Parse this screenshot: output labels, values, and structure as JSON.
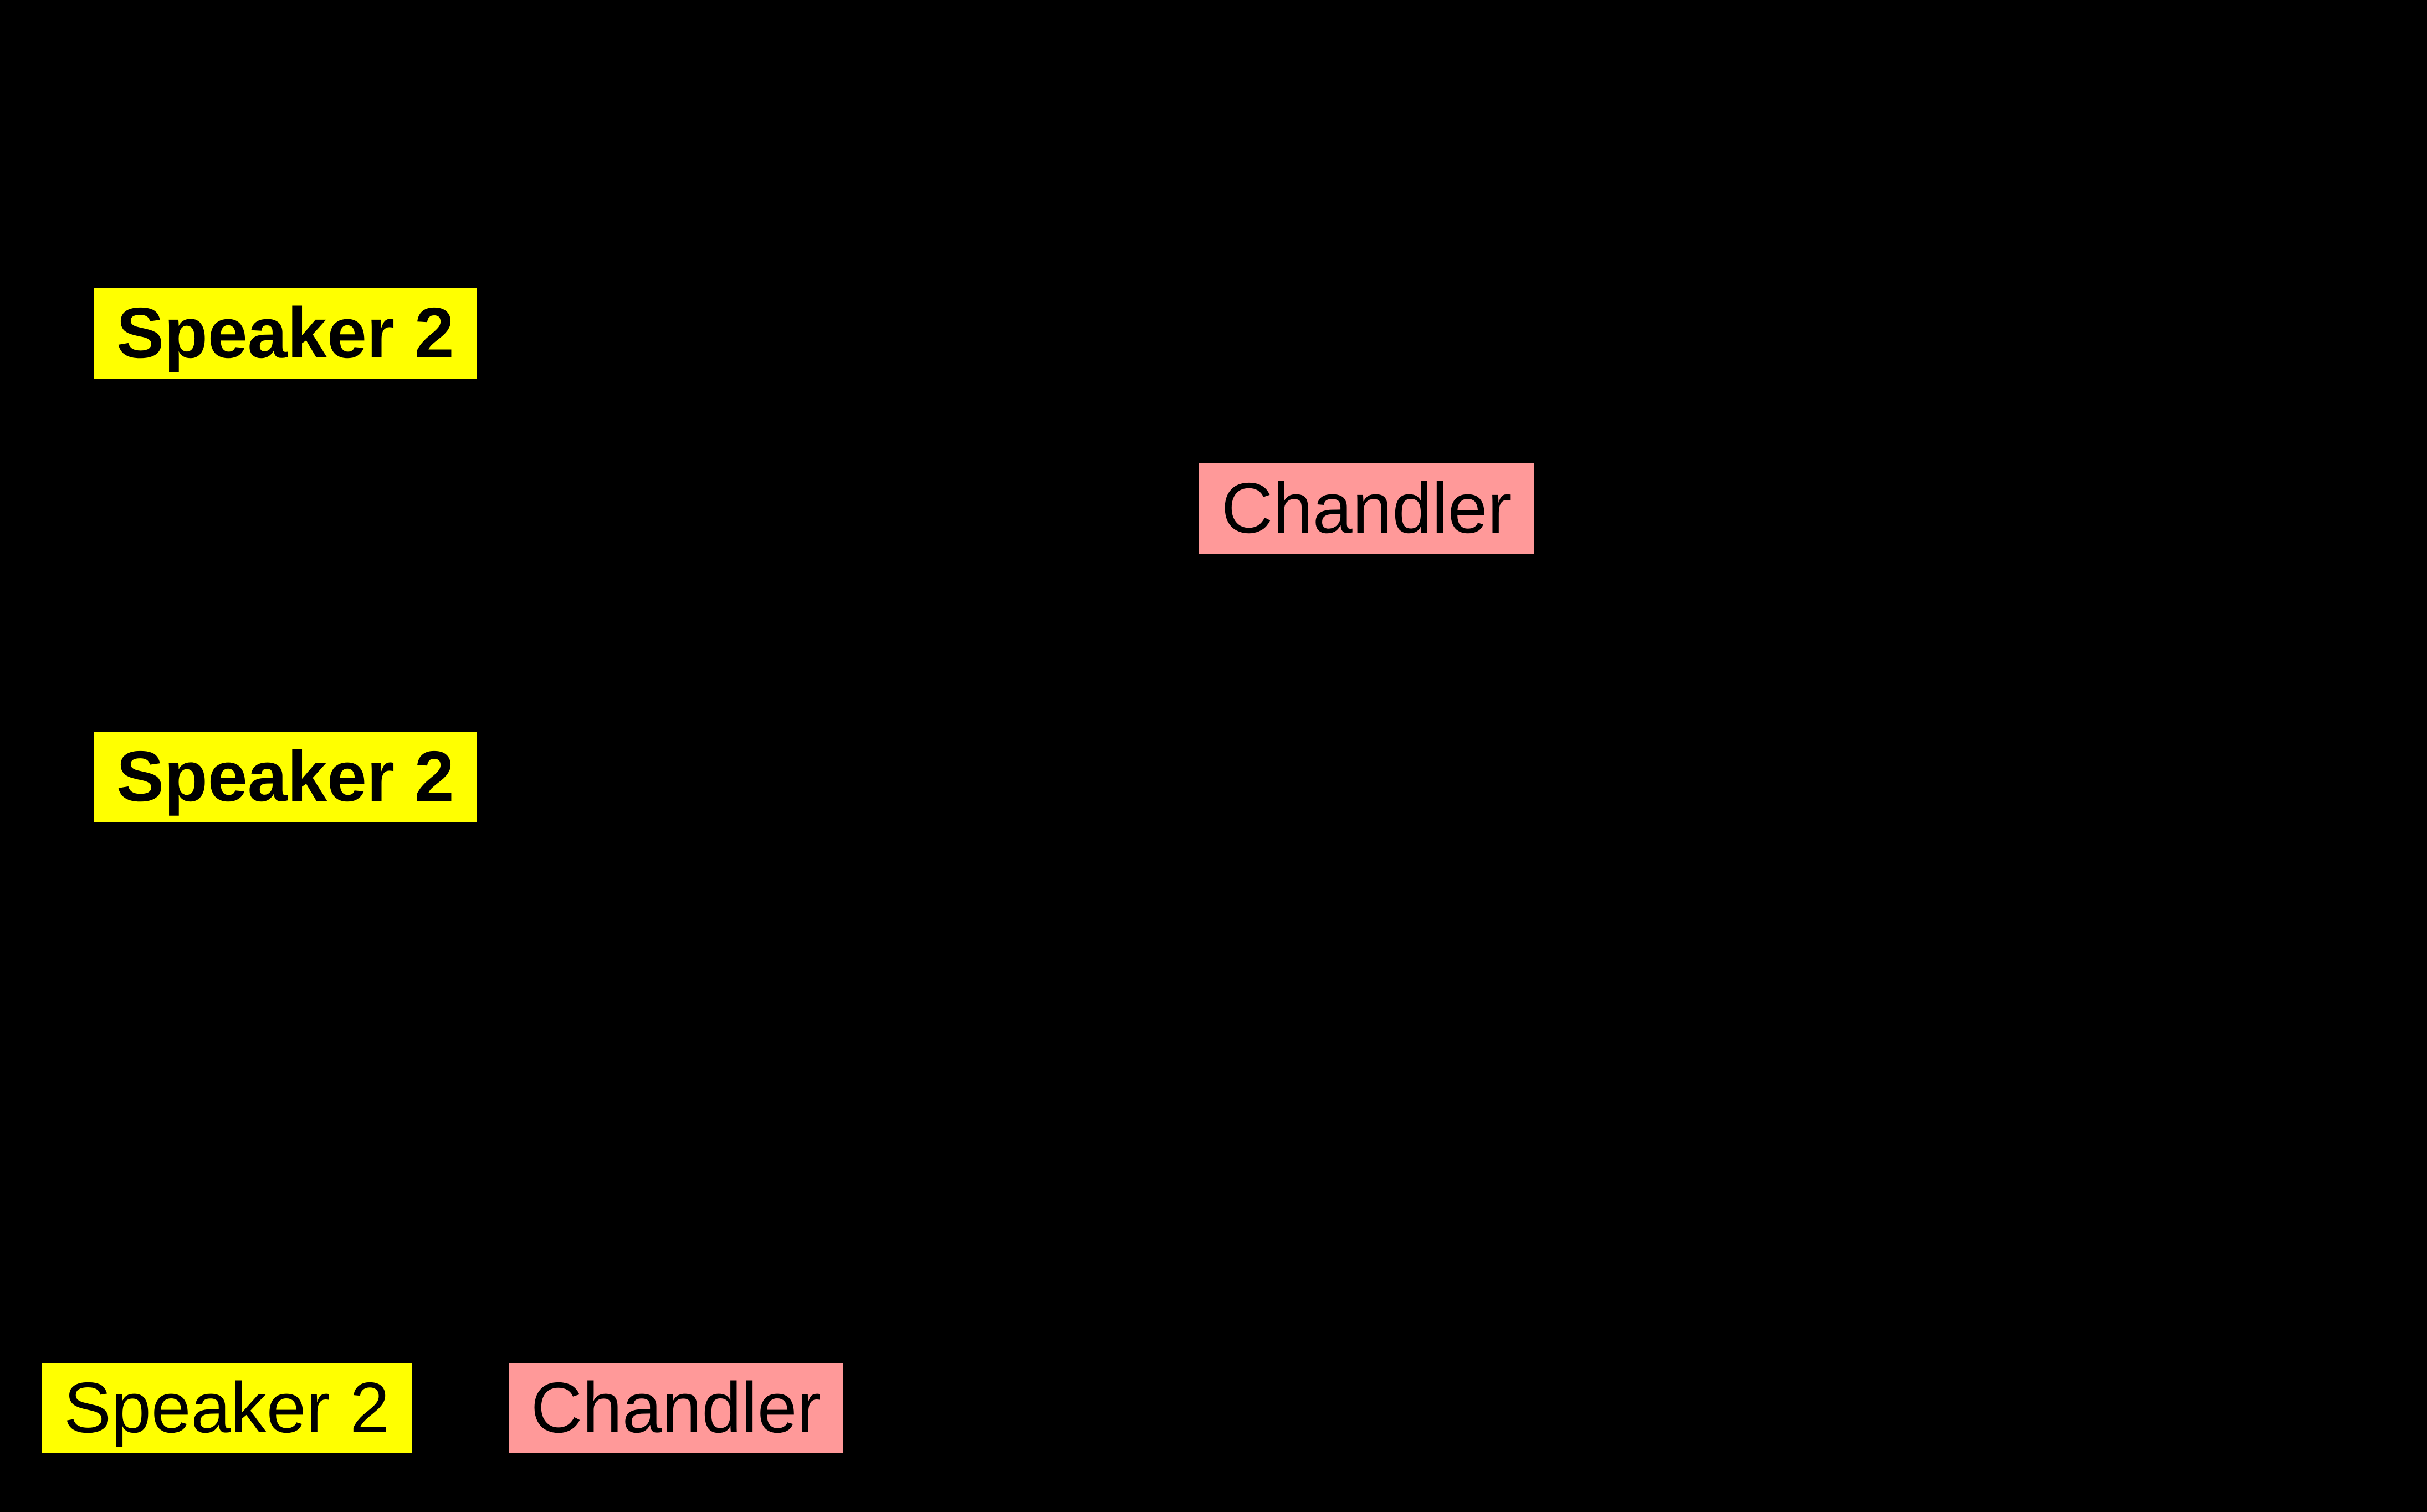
{
  "canvas": {
    "background_color": "#000000"
  },
  "colors": {
    "speaker2_highlight": "#ffff00",
    "chandler_highlight": "#ff9999",
    "text_color": "#000000"
  },
  "labels": [
    {
      "text": "Speaker 2",
      "highlight": "#ffff00",
      "weight": "bold"
    },
    {
      "text": "Chandler",
      "highlight": "#ff9999",
      "weight": "normal"
    },
    {
      "text": "Speaker 2",
      "highlight": "#ffff00",
      "weight": "bold"
    },
    {
      "text": "Speaker 2",
      "highlight": "#ffff00",
      "weight": "normal"
    },
    {
      "text": "Chandler",
      "highlight": "#ff9999",
      "weight": "normal"
    }
  ]
}
